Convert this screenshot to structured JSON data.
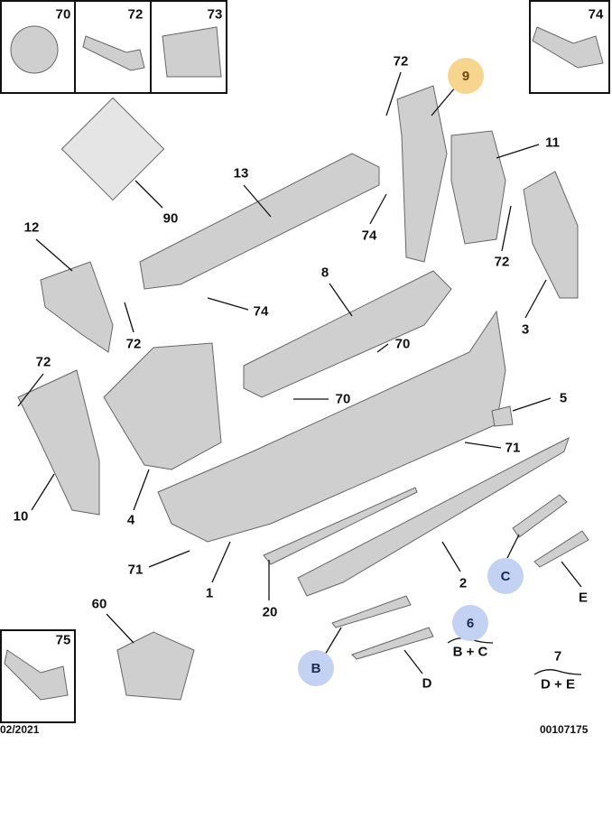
{
  "diagram": {
    "boxes": {
      "b70": "70",
      "b72": "72",
      "b73": "73",
      "b74": "74",
      "b75": "75"
    },
    "callouts": {
      "c72a": "72",
      "c9": "9",
      "c11": "11",
      "c13": "13",
      "c90": "90",
      "c74a": "74",
      "c72b": "72",
      "c12": "12",
      "c8": "8",
      "c74b": "74",
      "c72c": "72",
      "c3": "3",
      "c70a": "70",
      "c72d": "72",
      "c70b": "70",
      "c5": "5",
      "c71a": "71",
      "c10": "10",
      "c4": "4",
      "c71b": "71",
      "c1": "1",
      "c2": "2",
      "cC": "C",
      "cE": "E",
      "c60": "60",
      "c20": "20",
      "c6": "6",
      "c7": "7",
      "cB": "B",
      "cD": "D"
    },
    "groups": {
      "g6": "B + C",
      "g7": "D + E"
    },
    "date": "02/2021",
    "reference": "00107175",
    "colors": {
      "part": "#c9c9c9",
      "outline": "#555555",
      "orange": "#f6d58e",
      "blue": "#c3d2f2"
    }
  }
}
